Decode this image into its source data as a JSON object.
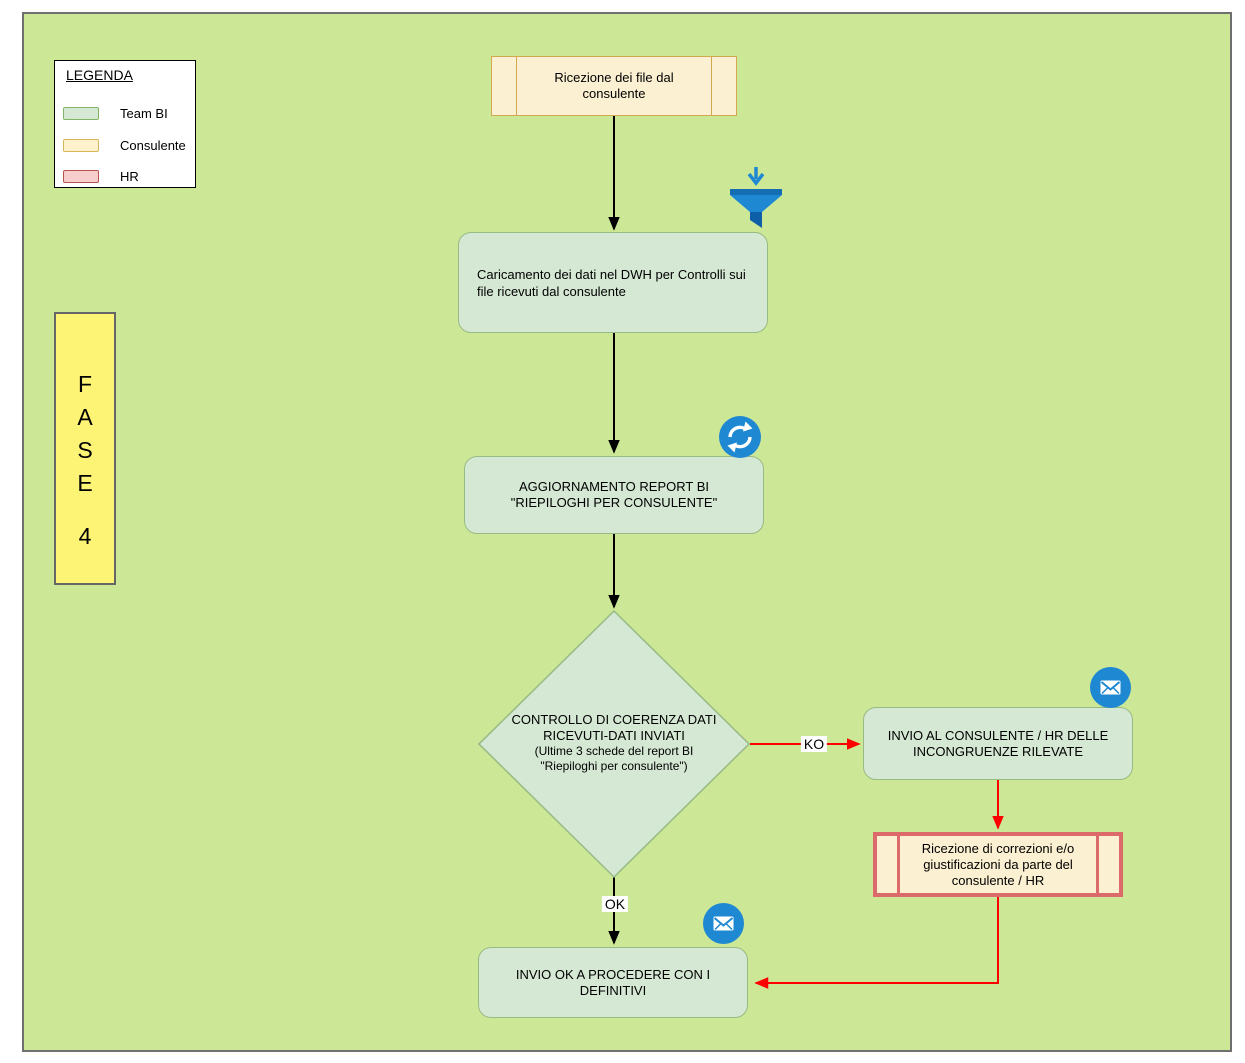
{
  "legend": {
    "title": "LEGENDA",
    "items": [
      {
        "label": "Team BI",
        "fill": "#D5E8D4",
        "border": "#82B366"
      },
      {
        "label": "Consulente",
        "fill": "#FFF2CC",
        "border": "#D6B656"
      },
      {
        "label": "HR",
        "fill": "#F8CECC",
        "border": "#B85450"
      }
    ]
  },
  "phase": {
    "letters": [
      "F",
      "A",
      "S",
      "E"
    ],
    "number": "4"
  },
  "nodes": {
    "start": {
      "text": "Ricezione dei file dal consulente",
      "actor": "Consulente"
    },
    "load_dwh": {
      "text": "Caricamento dei dati nel DWH per Controlli sui file ricevuti dal consulente",
      "actor": "Team BI"
    },
    "refresh_report": {
      "lines": [
        "AGGIORNAMENTO REPORT BI",
        "\"RIEPILOGHI PER CONSULENTE\""
      ],
      "actor": "Team BI"
    },
    "decision": {
      "lines": [
        "CONTROLLO DI COERENZA DATI",
        "RICEVUTI-DATI INVIATI"
      ],
      "sublines": [
        "(Ultime 3 schede del report BI",
        "\"Riepiloghi per consulente\")"
      ],
      "actor": "Team BI"
    },
    "send_issues": {
      "lines": [
        "INVIO AL CONSULENTE / HR DELLE",
        "INCONGRUENZE RILEVATE"
      ],
      "actor": "Team BI"
    },
    "receive_fixes": {
      "text": "Ricezione di correzioni e/o giustificazioni da parte del consulente / HR",
      "actor": "Consulente / HR"
    },
    "send_ok": {
      "lines": [
        "INVIO OK A PROCEDERE CON I",
        "DEFINITIVI"
      ],
      "actor": "Team BI"
    }
  },
  "edge_labels": {
    "ko": "KO",
    "ok": "OK"
  },
  "icons": {
    "filter": "funnel-icon",
    "refresh": "refresh-icon",
    "email": "email-icon"
  },
  "colors": {
    "canvas": "#CCE897",
    "team_bi_fill": "#D5E8D4",
    "team_bi_border": "#98BA84",
    "consulente_fill": "#FCF0D2",
    "consulente_border": "#D3A850",
    "hr_border": "#DD6A6A",
    "phase_fill": "#FDF374",
    "arrow_black": "#000000",
    "arrow_red": "#FF0000",
    "icon_blue": "#1E88D2"
  }
}
